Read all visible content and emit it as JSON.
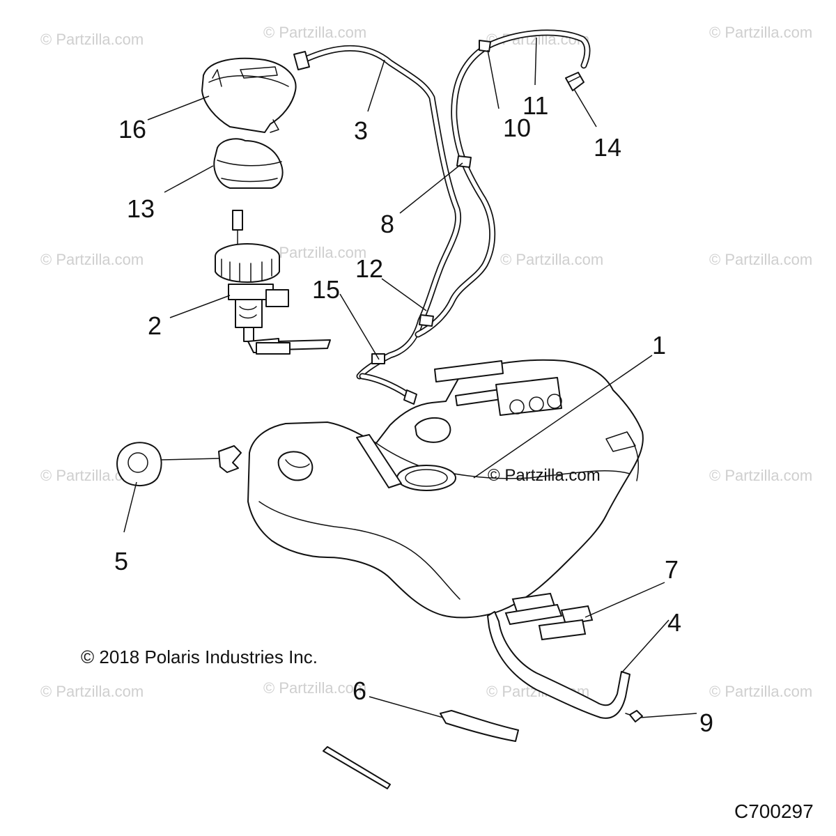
{
  "watermark_text": "© Partzilla.com",
  "copyright": "© 2018 Polaris Industries Inc.",
  "inline_brand": "© Partzilla.com",
  "diagram_code": "C700297",
  "callouts": [
    "1",
    "2",
    "3",
    "4",
    "5",
    "6",
    "7",
    "8",
    "9",
    "10",
    "11",
    "12",
    "13",
    "14",
    "15",
    "16"
  ]
}
